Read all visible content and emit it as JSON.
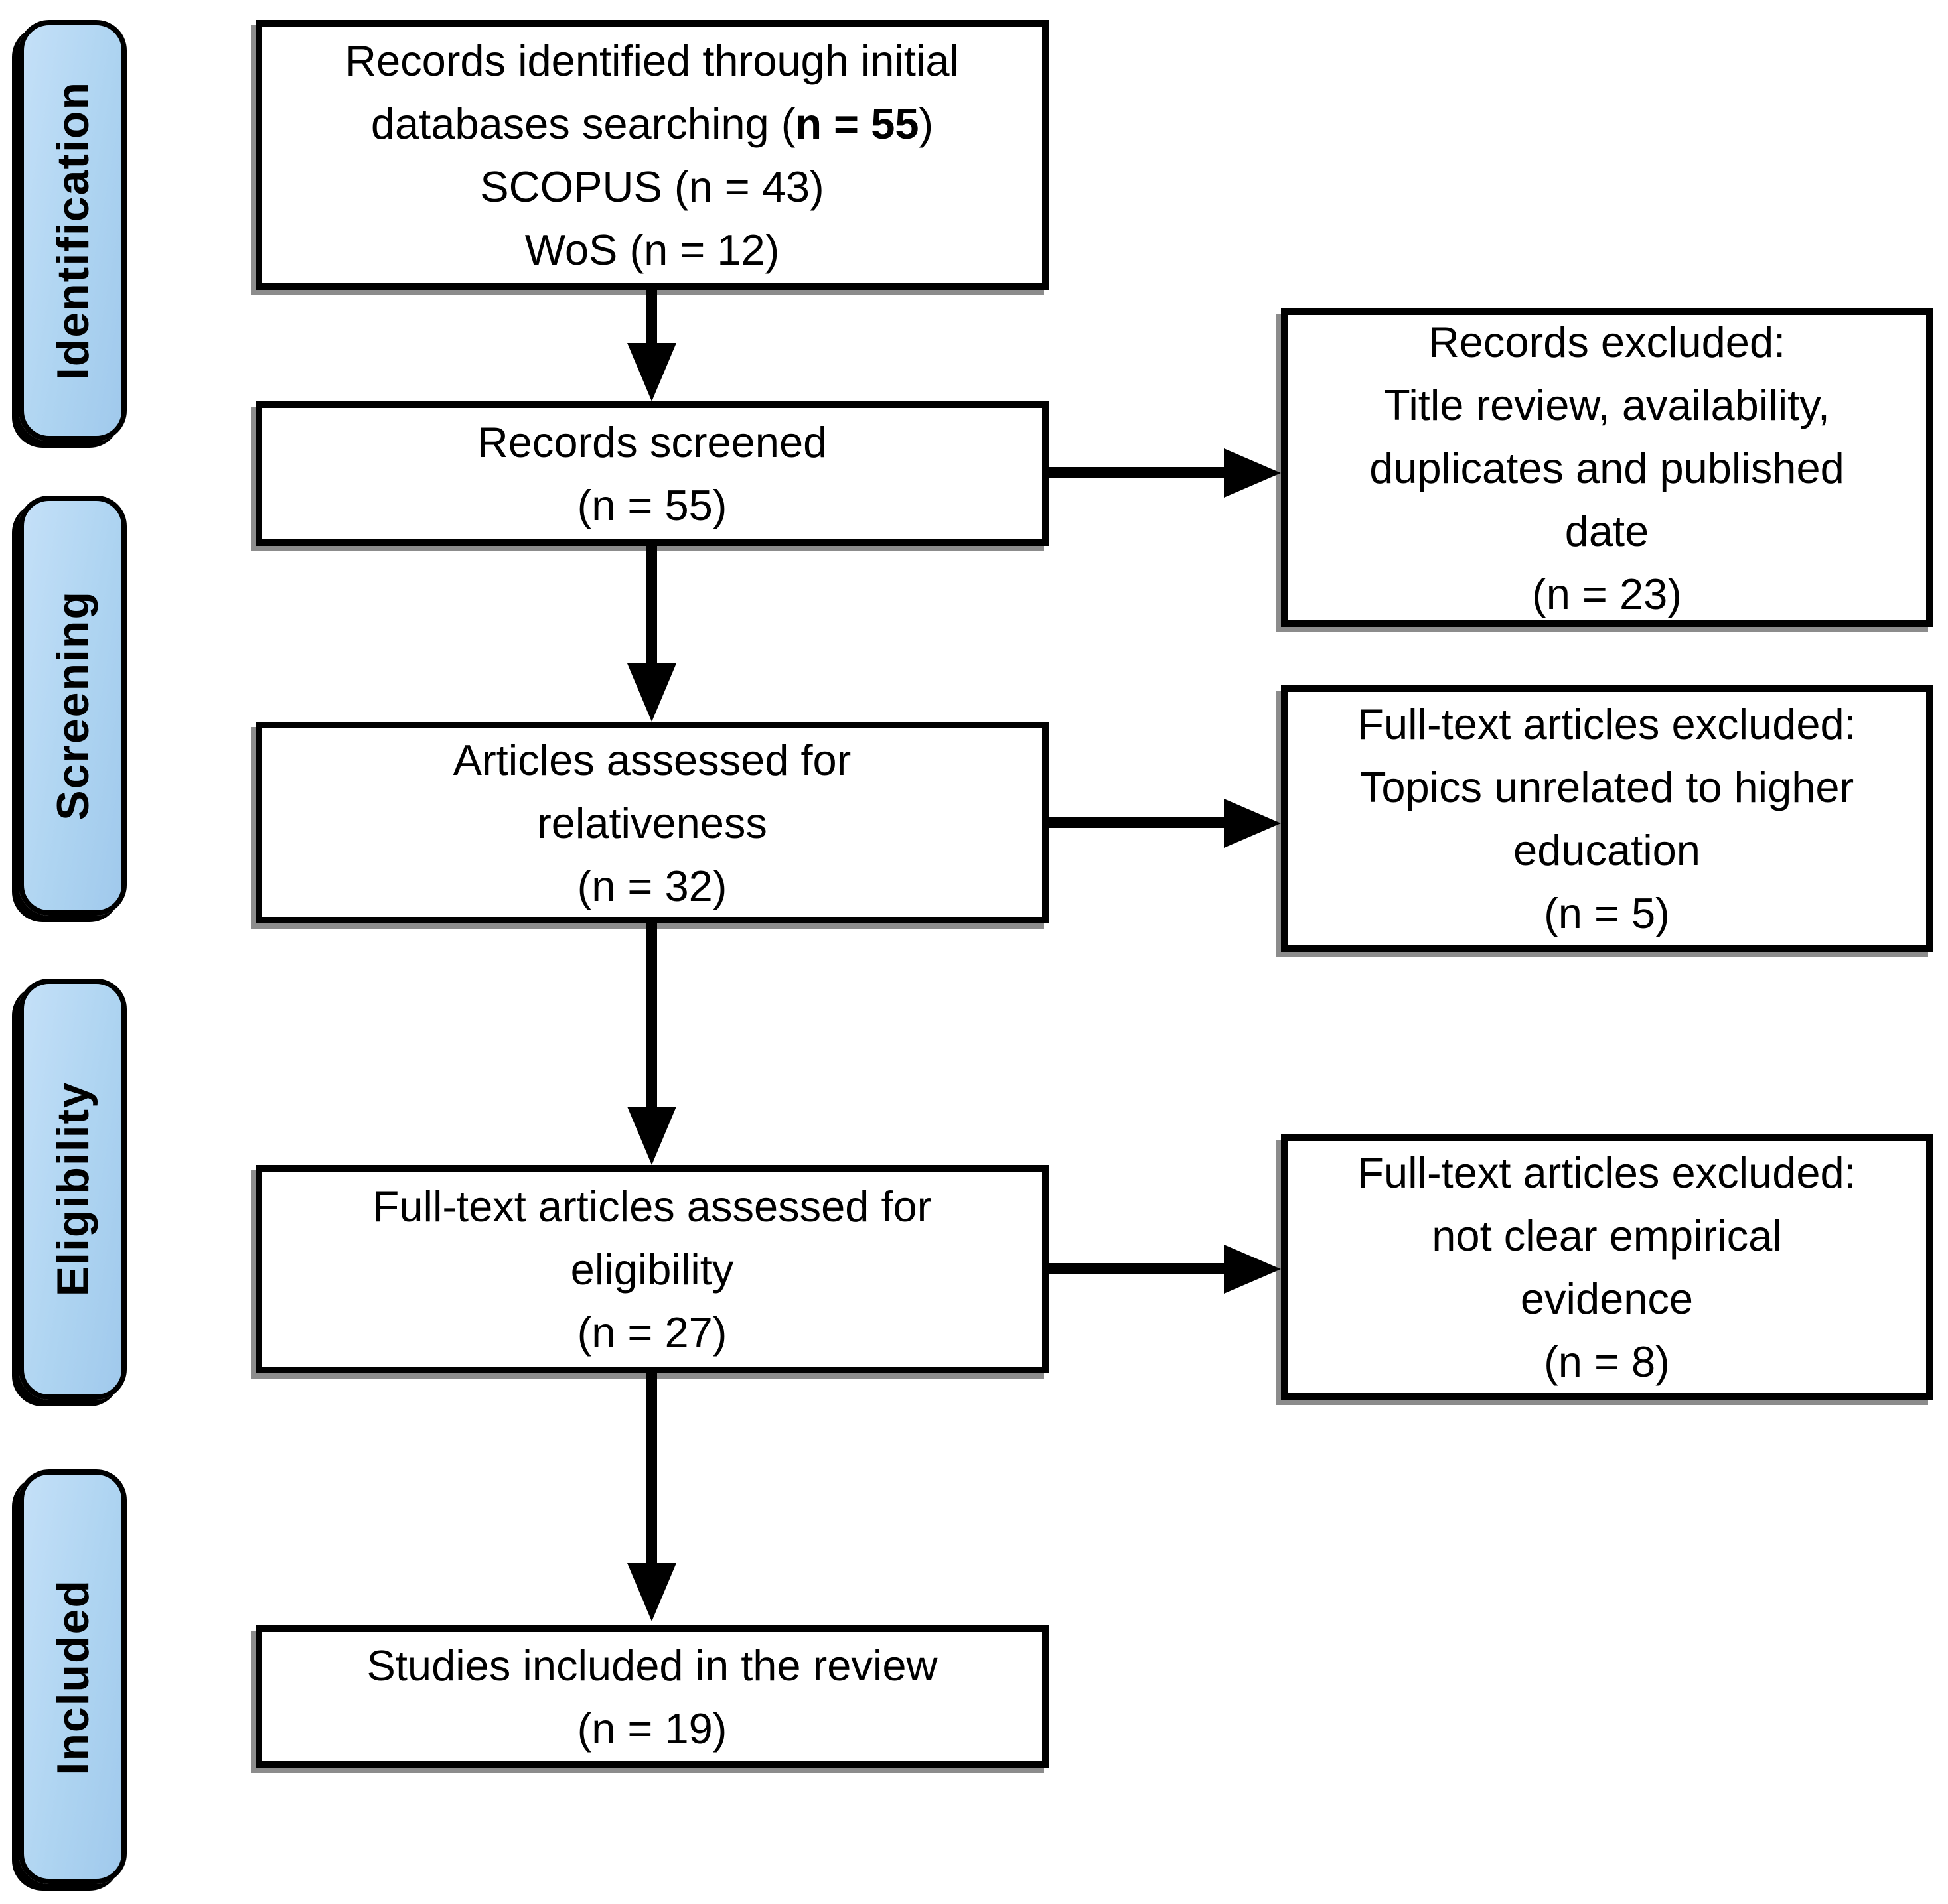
{
  "stages": [
    {
      "label": "Identification"
    },
    {
      "label": "Screening"
    },
    {
      "label": "Eligibility"
    },
    {
      "label": "Included"
    }
  ],
  "flow_boxes": {
    "identified": {
      "line1": "Records identified through initial",
      "line2_pre": "databases searching (",
      "line2_bold": "n = 55",
      "line2_post": ")",
      "line3": "SCOPUS (n = 43)",
      "line4": "WoS (n = 12)"
    },
    "screened": {
      "line1": "Records screened",
      "line2": "(n = 55)"
    },
    "assessed": {
      "line1": "Articles assessed for",
      "line2": "relativeness",
      "line3": "(n = 32)"
    },
    "fulltext": {
      "line1": "Full-text articles assessed for",
      "line2": "eligibility",
      "line3": "(n = 27)"
    },
    "included": {
      "line1": "Studies included in the review",
      "line2": "(n = 19)"
    }
  },
  "excluded_boxes": [
    {
      "line1": "Records excluded:",
      "line2": "Title review, availability,",
      "line3": "duplicates and published",
      "line4": "date",
      "line5": "(n = 23)"
    },
    {
      "line1": "Full-text articles excluded:",
      "line2": "Topics unrelated to higher",
      "line3": "education",
      "line4": "(n = 5)"
    },
    {
      "line1": "Full-text articles excluded:",
      "line2": "not clear empirical",
      "line3": "evidence",
      "line4": "(n = 8)"
    }
  ],
  "colors": {
    "stage_fill": "#aed4f1",
    "stage_fill_light": "#c4e0f8",
    "stage_fill_dark": "#a0c9ec",
    "box_background": "#ffffff",
    "box_border": "#000000",
    "arrow": "#000000"
  }
}
